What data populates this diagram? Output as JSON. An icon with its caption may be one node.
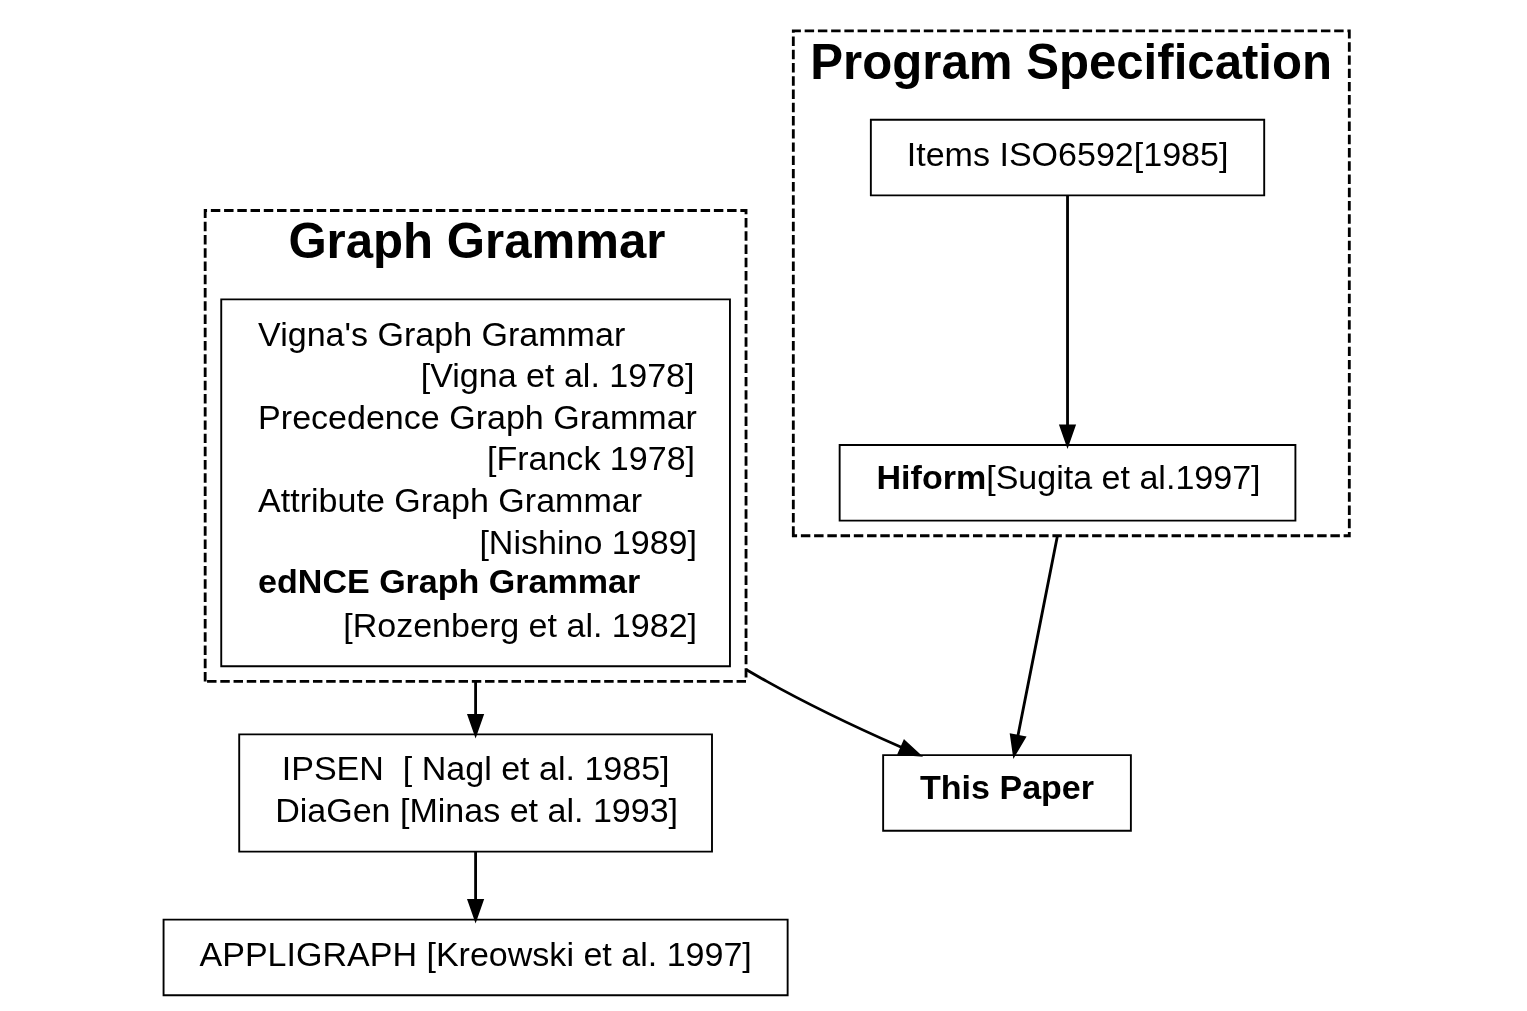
{
  "diagram": {
    "nodes": [
      {
        "text": [
          "Graph Grammar"
        ]
      },
      {
        "text": [
          "Vigna's Graph Grammar",
          "[Vigna et al. 1978]",
          "Precedence Graph Grammar",
          "[Franck 1978]",
          "Attribute Graph Grammar",
          "[Nishino 1989]",
          "edNCE Graph Grammar",
          "[Rozenberg et al. 1982]"
        ],
        "in": 0
      },
      {
        "text": [
          "Program Specification"
        ]
      },
      {
        "text": [
          "Items ISO6592[1985]"
        ],
        "in": 2
      },
      {
        "text": [
          "**Hiform**[Sugita et al.1997]"
        ],
        "in": 2
      },
      {
        "text": [
          "IPSEN  [ Nagl et al. 1985]",
          "DiaGen [Minas et al. 1993]"
        ]
      },
      {
        "text": [
          "APPLIGRAPH [Kreowski et al. 1997]"
        ]
      },
      {
        "text": [
          "This Paper"
        ]
      }
    ],
    "edges": [
      {
        "from": 0,
        "to": 5,
        "arrow": "to"
      },
      {
        "from": 5,
        "to": 6,
        "arrow": "to"
      },
      {
        "from": 3,
        "to": 4,
        "arrow": "to"
      },
      {
        "from": 2,
        "to": 7,
        "arrow": "to"
      },
      {
        "from": 0,
        "to": 7,
        "arrow": "to"
      }
    ]
  }
}
